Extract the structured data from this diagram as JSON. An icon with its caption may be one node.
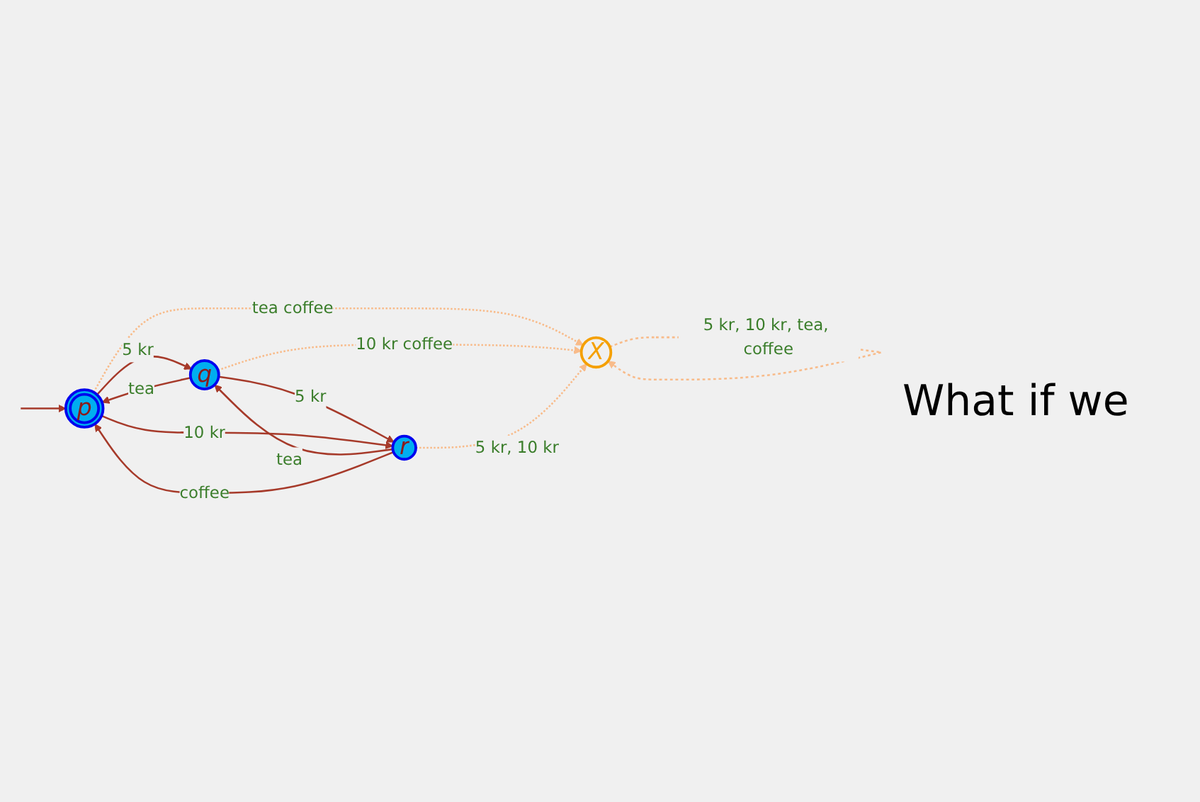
{
  "diagram": {
    "nodes": [
      {
        "text": [
          "p"
        ]
      },
      {
        "text": [
          "q"
        ]
      },
      {
        "text": [
          "r"
        ]
      },
      {
        "text": [
          "X"
        ]
      }
    ],
    "edges": [
      {
        "from": null,
        "to": 0,
        "arrow": "to"
      },
      {
        "from": 0,
        "to": 1,
        "arrow": "to",
        "label": "5 kr"
      },
      {
        "from": 1,
        "to": 2,
        "arrow": "to",
        "label": "5 kr"
      },
      {
        "from": 0,
        "to": 2,
        "arrow": "to",
        "label": "10 kr"
      },
      {
        "from": 1,
        "to": 0,
        "arrow": "to",
        "label": "tea"
      },
      {
        "from": 2,
        "to": 1,
        "arrow": "to",
        "label": "tea"
      },
      {
        "from": 2,
        "to": 0,
        "arrow": "to",
        "label": "coffee"
      },
      {
        "from": 0,
        "to": 3,
        "arrow": "to",
        "label": "tea coffee",
        "style": "dashed",
        "color": "#f8bb8a"
      },
      {
        "from": 1,
        "to": 3,
        "arrow": "to",
        "label": "10 kr coffee",
        "style": "dashed",
        "color": "#f8bb8a"
      },
      {
        "from": 2,
        "to": 3,
        "arrow": "to",
        "label": "5 kr, 10 kr",
        "style": "dashed",
        "color": "#f8bb8a"
      },
      {
        "from": 3,
        "to": 3,
        "arrow": "to",
        "label": "5 kr, 10 kr, tea, coffee",
        "style": "dashed",
        "color": "#f8bb8a"
      }
    ],
    "labels": [
      "What if we"
    ]
  }
}
